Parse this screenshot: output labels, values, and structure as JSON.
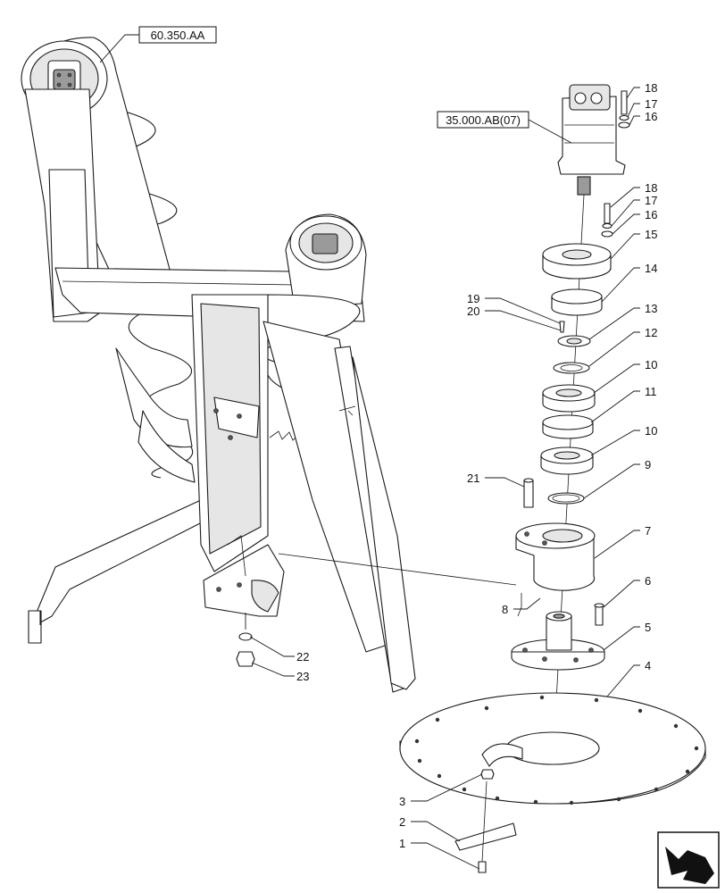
{
  "references": {
    "left_assembly": "60.350.AA",
    "motor_assembly": "35.000.AB(07)"
  },
  "callouts": {
    "c1": "1",
    "c2": "2",
    "c3": "3",
    "c4": "4",
    "c5": "5",
    "c6": "6",
    "c7": "7",
    "c8": "8",
    "c9": "9",
    "c10a": "10",
    "c10b": "10",
    "c11": "11",
    "c12": "12",
    "c13": "13",
    "c14": "14",
    "c15": "15",
    "c16a": "16",
    "c17a": "17",
    "c18a": "18",
    "c16b": "16",
    "c17b": "17",
    "c18b": "18",
    "c19": "19",
    "c20": "20",
    "c21": "21",
    "c22": "22",
    "c23": "23"
  },
  "icons": {
    "navigation": "next-page-arrow-icon"
  }
}
